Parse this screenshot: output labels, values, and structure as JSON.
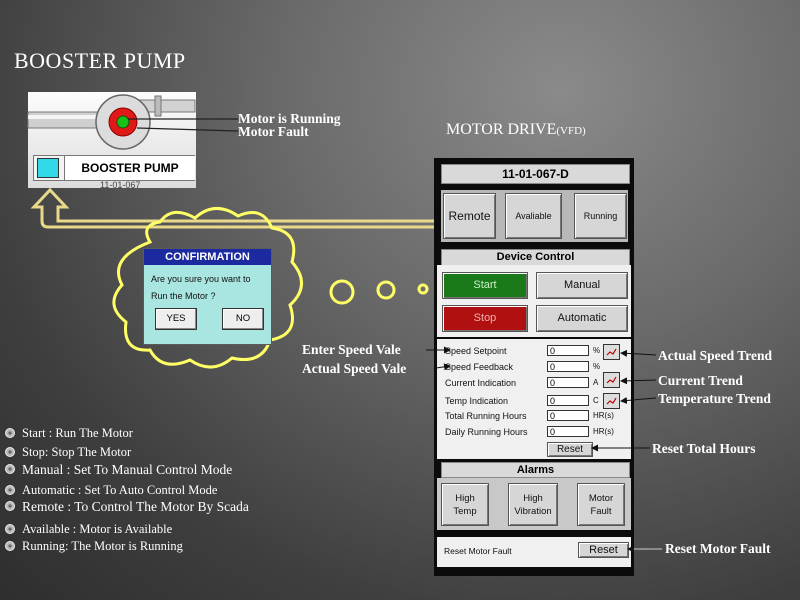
{
  "page": {
    "title": "BOOSTER PUMP",
    "vfd_title_main": "MOTOR DRIVE",
    "vfd_title_small": "(VFD)"
  },
  "pump": {
    "label": "BOOSTER PUMP",
    "tag": "11-01-067",
    "annotations": [
      "Motor is Running",
      "Motor Fault"
    ]
  },
  "dialog": {
    "title": "CONFIRMATION",
    "line1": "Are you sure you want to",
    "line2": "Run the Motor ?",
    "yes": "YES",
    "no": "NO"
  },
  "vfd": {
    "device_id": "11-01-067-D",
    "status_buttons": [
      "Remote",
      "Avaliable",
      "Running"
    ],
    "device_control_title": "Device Control",
    "start": "Start",
    "manual": "Manual",
    "stop": "Stop",
    "automatic": "Automatic",
    "rows": [
      {
        "label": "Speed Setpoint",
        "value": "0",
        "unit": "%"
      },
      {
        "label": "Speed Feedback",
        "value": "0",
        "unit": "%"
      },
      {
        "label": "Current Indication",
        "value": "0",
        "unit": "A"
      },
      {
        "label": "Temp Indication",
        "value": "0",
        "unit": "C"
      },
      {
        "label": "Total Running Hours",
        "value": "0",
        "unit": "HR(s)"
      },
      {
        "label": "Daily Running Hours",
        "value": "0",
        "unit": "HR(s)"
      }
    ],
    "reset_hours": "Reset",
    "alarms_title": "Alarms",
    "alarms": [
      {
        "line1": "High",
        "line2": "Temp"
      },
      {
        "line1": "High",
        "line2": "Vibration"
      },
      {
        "line1": "Motor",
        "line2": "Fault"
      }
    ],
    "reset_fault_label": "Reset Motor Fault",
    "reset_fault_button": "Reset"
  },
  "callouts": {
    "enter_speed": "Enter Speed Vale",
    "actual_speed": "Actual Speed Vale",
    "actual_speed_trend": "Actual Speed Trend",
    "current_trend": "Current Trend",
    "temperature_trend": "Temperature Trend",
    "reset_total_hours": "Reset Total Hours",
    "reset_motor_fault": "Reset Motor Fault"
  },
  "legend": [
    "Start : Run The Motor",
    "Stop: Stop The Motor",
    "Manual : Set To Manual  Control Mode",
    "Automatic : Set To Auto Control  Mode",
    "Remote : To Control The Motor By Scada",
    "Available : Motor is Available",
    "Running:  The Motor  is Running"
  ],
  "colors": {
    "start": "#1a7a1a",
    "stop": "#b01010",
    "dialog_header": "#1c2aa0",
    "dialog_body": "#a9e5e1",
    "thought_outline": "#ffff66",
    "arrow": "#e8d98a",
    "pump_indicator": "#e01818"
  }
}
